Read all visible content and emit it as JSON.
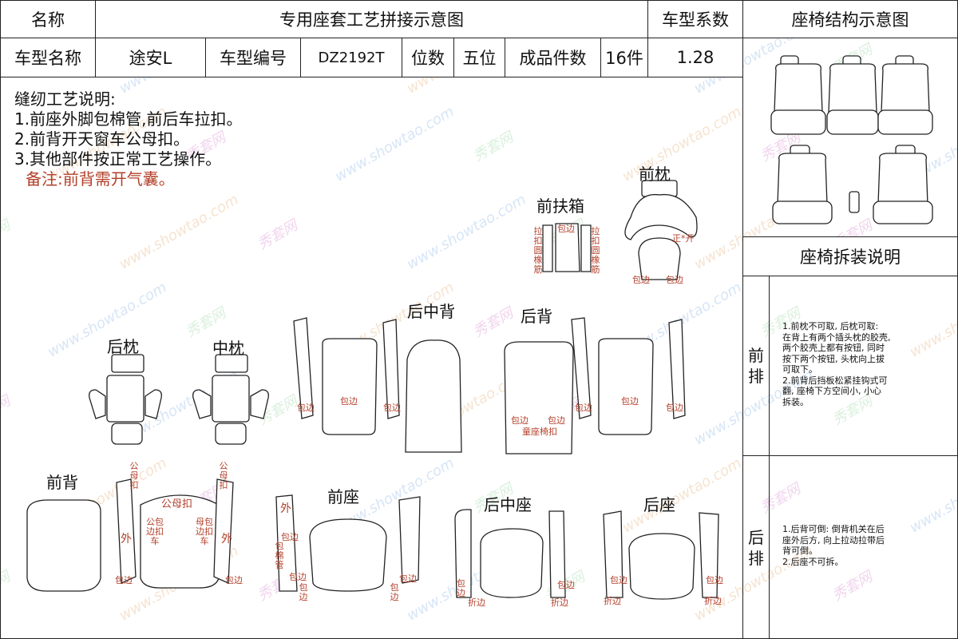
{
  "header": {
    "name_label": "名称",
    "title": "专用座套工艺拼接示意图",
    "coef_label": "车型系数",
    "struct_title": "座椅结构示意图"
  },
  "info": {
    "model_name_label": "车型名称",
    "model_name": "途安L",
    "model_code_label": "车型编号",
    "model_code": "DZ2192T",
    "seats_label": "位数",
    "seats": "五位",
    "pieces_label": "成品件数",
    "pieces": "16件",
    "coef_value": "1.28"
  },
  "notes": {
    "title": "缝纫工艺说明:",
    "items": [
      "1.前座外脚包棉管,前后车拉扣。",
      "2.前背开天窗车公母扣。",
      "3.其他部件按正常工艺操作。"
    ],
    "remark": "备注:前背需开气囊。"
  },
  "disassembly": {
    "title": "座椅拆装说明",
    "front_label": "前排",
    "front_text": [
      "1.前枕不可取, 后枕可取:",
      "在背上有两个插头枕的胶壳,",
      "两个胶壳上都有按钮, 同时",
      "按下两个按钮, 头枕向上拔",
      "可取下。",
      "2.前背后挡板松紧挂钩式可",
      "翻, 座椅下方空间小, 小心",
      "拆装。"
    ],
    "rear_label": "后排",
    "rear_text": [
      "1.后背可倒: 倒背机关在后",
      "座外后方, 向上拉动拉带后",
      "背可倒。",
      "2.后座不可拆。"
    ]
  },
  "parts": {
    "front_armrest": "前扶箱",
    "front_pillow": "前枕",
    "rear_mid_back": "后中背",
    "rear_back": "后背",
    "rear_pillow": "后枕",
    "mid_pillow": "中枕",
    "front_back": "前背",
    "front_seat": "前座",
    "rear_mid_seat": "后中座",
    "rear_seat": "后座"
  },
  "marks": {
    "pull_elastic": "拉扣圆橡筋",
    "baobian": "包边",
    "zheng_kai": "正*开",
    "child_seat": "童座椅扣",
    "gongmu": "公母扣",
    "gongmu_kou": "公母扣",
    "wai": "外",
    "baobian_kouche": "公包边扣车",
    "baobian_kouche2": "母包边扣车",
    "baomian": "包棉管",
    "zhebian": "折边",
    "bao": "包",
    "bian": "边",
    "gong": "公",
    "mu": "母"
  },
  "watermark": {
    "text1": "秀套网",
    "text2": "www.showtao.com"
  },
  "colors": {
    "line": "#222222",
    "mark_red": "#b3402a"
  }
}
